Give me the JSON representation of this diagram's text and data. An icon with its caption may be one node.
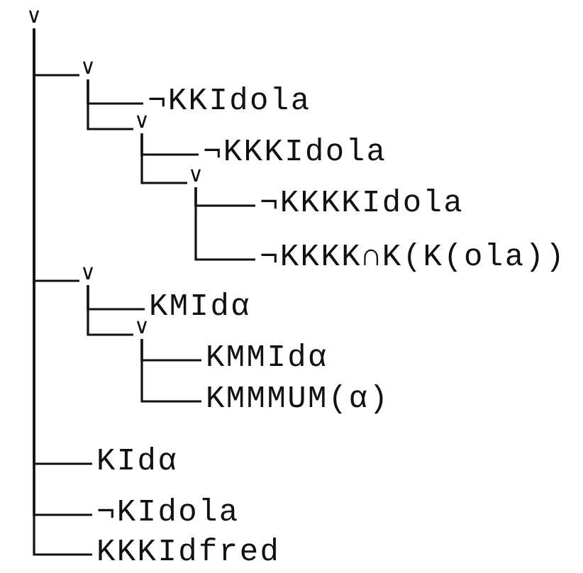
{
  "diagram": {
    "nodes": [
      {
        "text": [
          "∨"
        ]
      },
      {
        "text": [
          "∨"
        ]
      },
      {
        "text": [
          "¬KKIdola"
        ]
      },
      {
        "text": [
          "∨"
        ]
      },
      {
        "text": [
          "¬KKKIdola"
        ]
      },
      {
        "text": [
          "∨"
        ]
      },
      {
        "text": [
          "¬KKKKIdola"
        ]
      },
      {
        "text": [
          "¬KKKK∩K(K(ola))"
        ]
      },
      {
        "text": [
          "∨"
        ]
      },
      {
        "text": [
          "KMIdα"
        ]
      },
      {
        "text": [
          "∨"
        ]
      },
      {
        "text": [
          "KMMIdα"
        ]
      },
      {
        "text": [
          "KMMMUM(α)"
        ]
      },
      {
        "text": [
          "KIdα"
        ]
      },
      {
        "text": [
          "¬KIdola"
        ]
      },
      {
        "text": [
          "KKKIdfred"
        ]
      }
    ],
    "edges": [
      {
        "from": 0,
        "to": 1,
        "arrow": "none"
      },
      {
        "from": 1,
        "to": 2,
        "arrow": "none"
      },
      {
        "from": 1,
        "to": 3,
        "arrow": "none"
      },
      {
        "from": 3,
        "to": 4,
        "arrow": "none"
      },
      {
        "from": 3,
        "to": 5,
        "arrow": "none"
      },
      {
        "from": 5,
        "to": 6,
        "arrow": "none"
      },
      {
        "from": 5,
        "to": 7,
        "arrow": "none"
      },
      {
        "from": 0,
        "to": 8,
        "arrow": "none"
      },
      {
        "from": 8,
        "to": 9,
        "arrow": "none"
      },
      {
        "from": 8,
        "to": 10,
        "arrow": "none"
      },
      {
        "from": 10,
        "to": 11,
        "arrow": "none"
      },
      {
        "from": 10,
        "to": 12,
        "arrow": "none"
      },
      {
        "from": 0,
        "to": 13,
        "arrow": "none"
      },
      {
        "from": 0,
        "to": 14,
        "arrow": "none"
      },
      {
        "from": 0,
        "to": 15,
        "arrow": "none"
      }
    ]
  }
}
